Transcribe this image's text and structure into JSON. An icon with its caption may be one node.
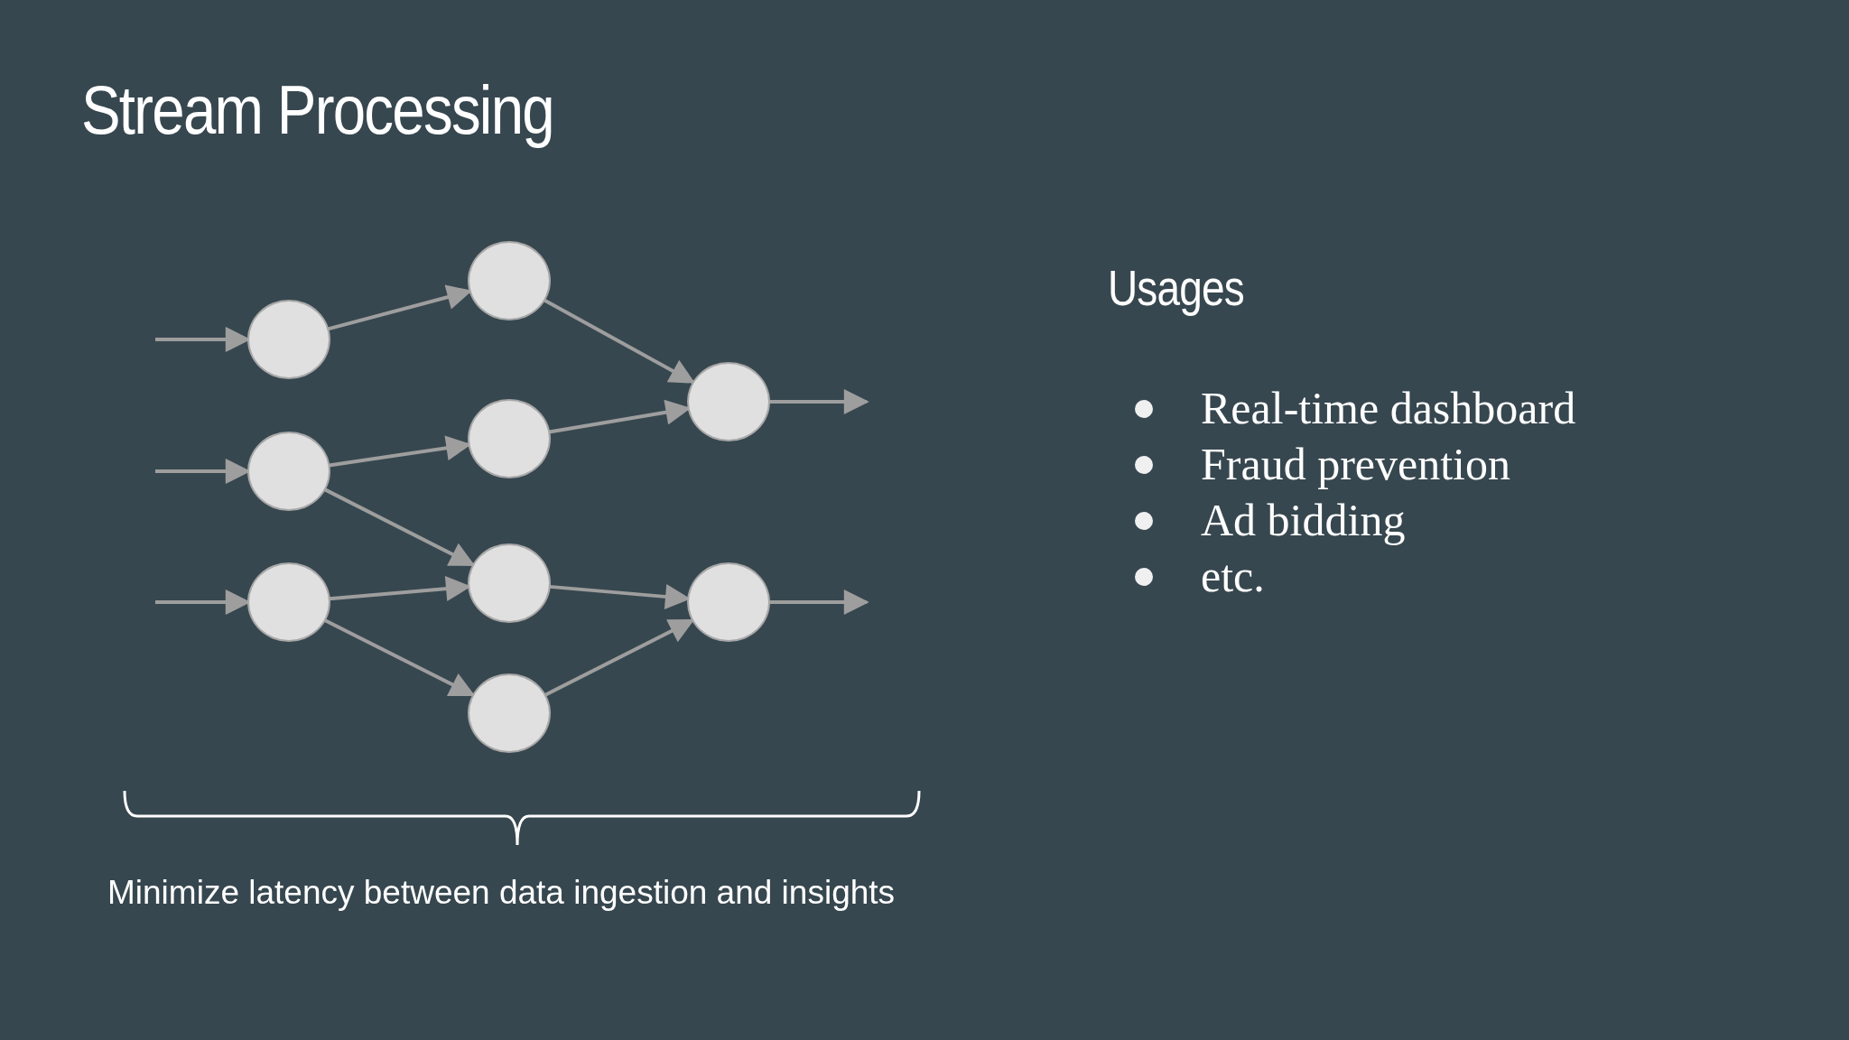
{
  "diagram": {
    "title": "Stream Processing",
    "caption": "Minimize latency between data ingestion and insights",
    "nodes": [
      {
        "text": [],
        "shape": "circle"
      },
      {
        "text": [],
        "shape": "circle"
      },
      {
        "text": [],
        "shape": "circle"
      },
      {
        "text": [],
        "shape": "circle"
      },
      {
        "text": [],
        "shape": "circle"
      },
      {
        "text": [],
        "shape": "circle"
      },
      {
        "text": [],
        "shape": "circle"
      },
      {
        "text": [],
        "shape": "circle"
      },
      {
        "text": [],
        "shape": "circle"
      }
    ],
    "edges": [
      {
        "from": null,
        "to": 0,
        "arrow": "to"
      },
      {
        "from": null,
        "to": 1,
        "arrow": "to"
      },
      {
        "from": null,
        "to": 2,
        "arrow": "to"
      },
      {
        "from": 0,
        "to": 3,
        "arrow": "to"
      },
      {
        "from": 1,
        "to": 4,
        "arrow": "to"
      },
      {
        "from": 1,
        "to": 5,
        "arrow": "to"
      },
      {
        "from": 2,
        "to": 5,
        "arrow": "to"
      },
      {
        "from": 2,
        "to": 6,
        "arrow": "to"
      },
      {
        "from": 3,
        "to": 7,
        "arrow": "to"
      },
      {
        "from": 4,
        "to": 7,
        "arrow": "to"
      },
      {
        "from": 5,
        "to": 8,
        "arrow": "to"
      },
      {
        "from": 6,
        "to": 8,
        "arrow": "to"
      },
      {
        "from": 7,
        "to": null,
        "arrow": "to"
      },
      {
        "from": 8,
        "to": null,
        "arrow": "to"
      }
    ],
    "labels": [
      "Usages",
      "Real-time dashboard",
      "Fraud prevention",
      "Ad bidding",
      "etc."
    ]
  }
}
